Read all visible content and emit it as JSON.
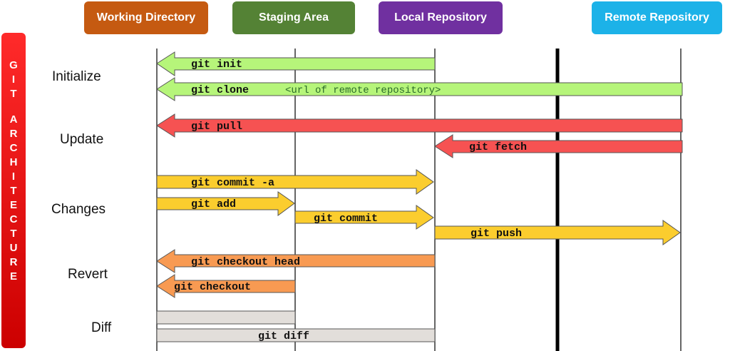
{
  "colors": {
    "working_directory": "#c55a11",
    "staging_area": "#548235",
    "local_repository": "#7030a0",
    "remote_repository": "#1cb2e8",
    "init_arrow": "#b6f57a",
    "pull_arrow": "#f65252",
    "change_arrow": "#fbcd2e",
    "revert_arrow": "#f89a52",
    "diff_bar": "#e2deda",
    "side_bar": "#e60000"
  },
  "headers": {
    "working_directory": "Working Directory",
    "staging_area": "Staging Area",
    "local_repository": "Local Repository",
    "remote_repository": "Remote Repository"
  },
  "side_title_letters": [
    "G",
    "I",
    "T",
    "",
    "A",
    "R",
    "C",
    "H",
    "I",
    "T",
    "E",
    "C",
    "T",
    "U",
    "R",
    "E"
  ],
  "rows": {
    "initialize": "Initialize",
    "update": "Update",
    "changes": "Changes",
    "revert": "Revert",
    "diff": "Diff"
  },
  "commands": {
    "git_init": "git init",
    "git_clone": "git clone",
    "git_clone_arg": "<url of remote repository>",
    "git_pull": "git pull",
    "git_fetch": "git fetch",
    "git_commit_a": "git commit -a",
    "git_add": "git add",
    "git_commit": "git commit",
    "git_push": "git push",
    "git_checkout_head": "git checkout head",
    "git_checkout": "git checkout",
    "git_diff": "git diff"
  }
}
